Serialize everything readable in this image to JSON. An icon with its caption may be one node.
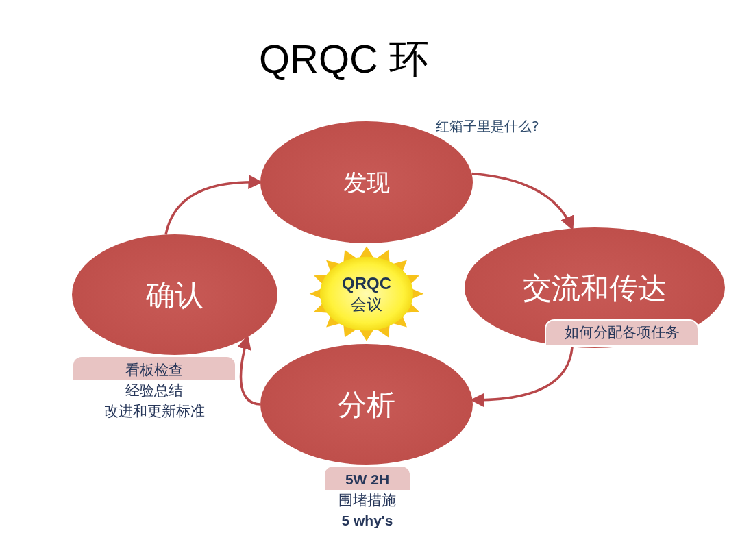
{
  "diagram": {
    "title": "QRQC 环",
    "nodes": [
      {
        "text": [
          "发现"
        ],
        "beside": [
          "红箱子里是什么?"
        ]
      },
      {
        "text": [
          "交流和传达"
        ]
      },
      {
        "text": [
          "如何分配各项任务"
        ],
        "in": 1
      },
      {
        "text": [
          "分析"
        ]
      },
      {
        "text": [
          "5W 2H",
          "围堵措施",
          "5 why's"
        ]
      },
      {
        "text": [
          "确认"
        ]
      },
      {
        "text": [
          "看板检查",
          "经验总结",
          "改进和更新标准"
        ]
      },
      {
        "text": [
          "QRQC",
          "会议"
        ]
      }
    ],
    "edges": [
      {
        "from": 5,
        "to": 0,
        "arrow": "to"
      },
      {
        "from": 0,
        "to": 1,
        "arrow": "to"
      },
      {
        "from": 1,
        "to": 3,
        "arrow": "to"
      },
      {
        "from": 3,
        "to": 5,
        "arrow": "to"
      }
    ]
  }
}
